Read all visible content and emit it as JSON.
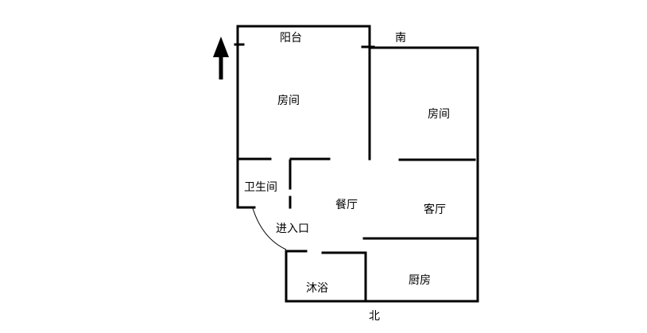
{
  "rooms": {
    "balcony": "阳台",
    "bedroom_left": "房间",
    "bedroom_right": "房间",
    "bathroom": "卫生间",
    "entrance": "进入口",
    "dining": "餐厅",
    "living": "客厅",
    "shower": "沐浴",
    "kitchen": "厨房"
  },
  "compass": {
    "south": "南",
    "north": "北"
  },
  "colors": {
    "wall": "#000000",
    "background": "#ffffff"
  },
  "icons": {
    "direction_arrow": "up-arrow-icon",
    "door_swing": "door-swing-arc"
  }
}
